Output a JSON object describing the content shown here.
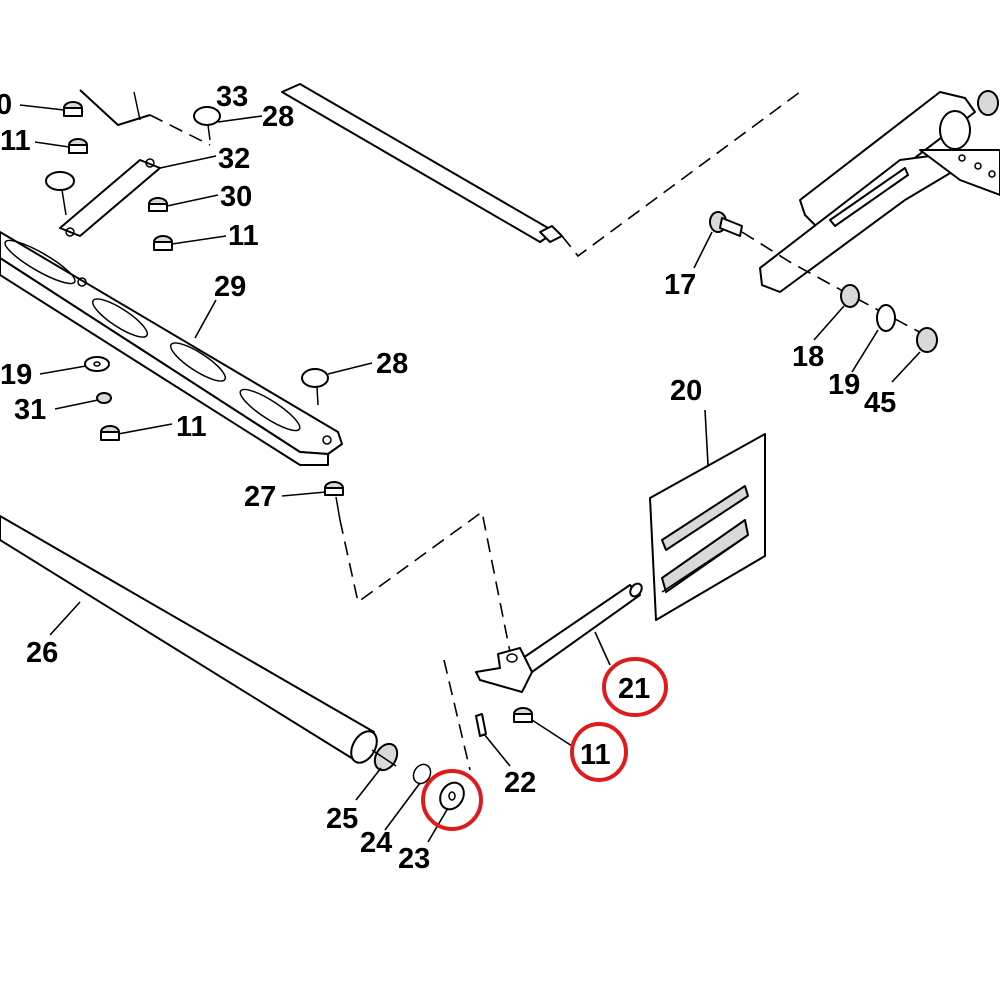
{
  "highlight_color": "#e01b1b",
  "callouts": {
    "c33": "33",
    "c28a": "28",
    "c32": "32",
    "c30": "30",
    "c11a": "11",
    "c11b": "11",
    "c0": "0",
    "c29": "29",
    "c28b": "28",
    "c19a": "19",
    "c31": "31",
    "c11c": "11",
    "c27": "27",
    "c26": "26",
    "c25": "25",
    "c24": "24",
    "c23": "23",
    "c22": "22",
    "c21": "21",
    "c11d": "11",
    "c20": "20",
    "c17": "17",
    "c18": "18",
    "c19b": "19",
    "c45": "45"
  },
  "highlighted_callouts": [
    "21",
    "11",
    "23"
  ]
}
